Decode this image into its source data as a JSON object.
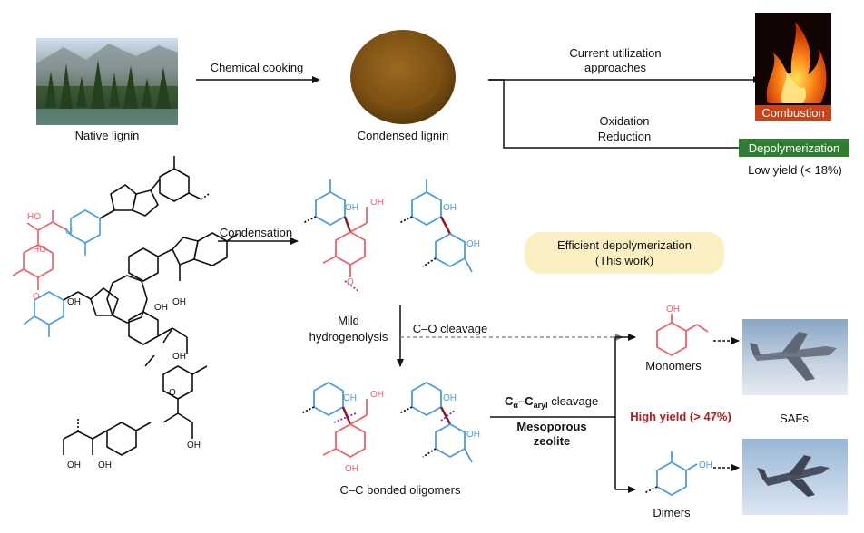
{
  "top": {
    "native_label": "Native lignin",
    "cooking_label": "Chemical cooking",
    "condensed_label": "Condensed lignin",
    "current_line1": "Current utilization",
    "current_line2": "approaches",
    "combustion": "Combustion",
    "oxidation": "Oxidation",
    "reduction": "Reduction",
    "depolymerization": "Depolymerization",
    "low_yield": "Low yield (< 18%)"
  },
  "middle": {
    "condensation": "Condensation",
    "efficient_line1": "Efficient depolymerization",
    "efficient_line2": "(This work)",
    "mild_line1": "Mild",
    "mild_line2": "hydrogenolysis",
    "co_cleavage": "C–O cleavage",
    "ca_main": "C",
    "ca_sub1": "α",
    "ca_dash": "–C",
    "ca_sub2": "aryl",
    "ca_rest": " cleavage",
    "mesoporous": "Mesoporous",
    "zeolite": "zeolite",
    "high_yield": "High yield (> 47%)",
    "monomers": "Monomers",
    "dimers": "Dimers",
    "safs": "SAFs",
    "oligomers": "C–C bonded oligomers"
  },
  "chem": {
    "oh": "OH",
    "o": "O",
    "ho": "HO"
  },
  "colors": {
    "red": "#e8636a",
    "blue": "#4a9be0",
    "darkred": "#8b1a1a",
    "combustion_bg": "#c8421a",
    "depoly_bg": "#2e7d32",
    "highlight": "#fbf0c4",
    "high_yield": "#b01e1e"
  }
}
